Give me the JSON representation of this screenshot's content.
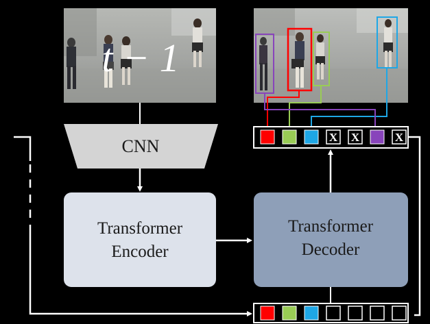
{
  "colors": {
    "background": "#000000",
    "line": "#ffffff",
    "cnn_fill": "#d4d4d4",
    "encoder_fill": "#dde2eb",
    "decoder_fill": "#8e9fb8",
    "token_red": "#ff0000",
    "token_green": "#99cc55",
    "token_blue": "#1ea7e6",
    "token_purple": "#8844bb",
    "text_dark": "#1a1a1a"
  },
  "frames": {
    "previous_label": "t − 1"
  },
  "blocks": {
    "cnn": "CNN",
    "encoder_line1": "Transformer",
    "encoder_line2": "Encoder",
    "decoder_line1": "Transformer",
    "decoder_line2": "Decoder"
  },
  "output_tokens": [
    "red",
    "green",
    "blue",
    "X",
    "X",
    "purple",
    "X"
  ],
  "input_tokens": [
    "red",
    "green",
    "blue",
    "empty",
    "empty",
    "empty",
    "empty"
  ],
  "x_symbol": "X"
}
